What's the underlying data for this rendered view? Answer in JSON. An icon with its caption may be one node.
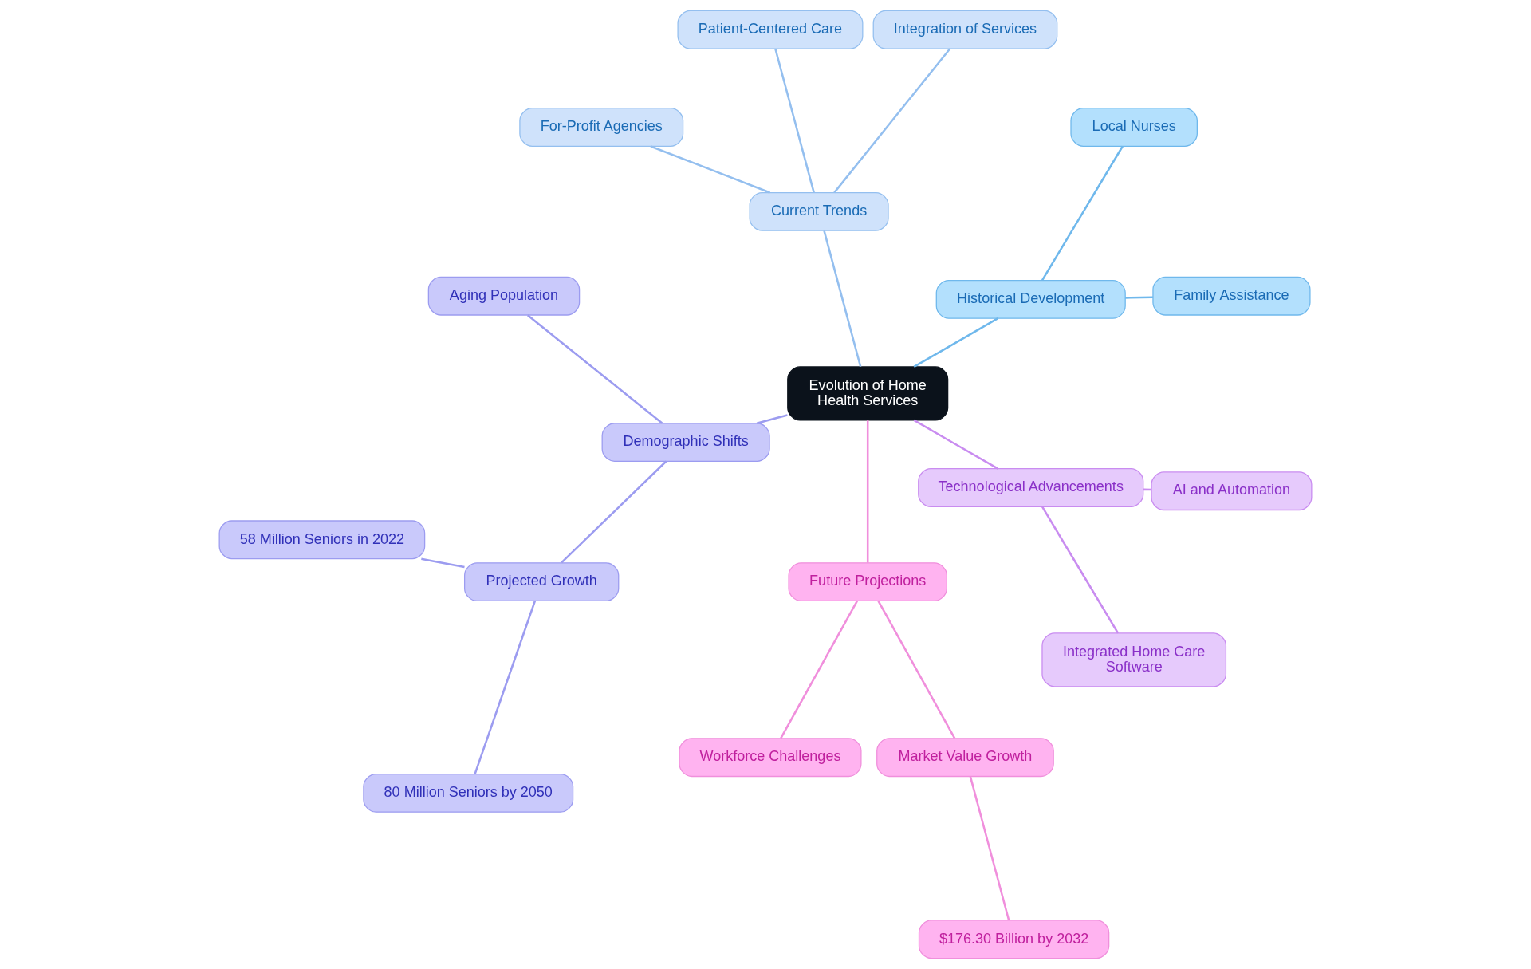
{
  "diagram": {
    "nodes": [
      {
        "text": [
          "Evolution of Home Health Services"
        ]
      },
      {
        "text": [
          "Historical Development"
        ]
      },
      {
        "text": [
          "Family Assistance"
        ]
      },
      {
        "text": [
          "Local Nurses"
        ]
      },
      {
        "text": [
          "Current Trends"
        ]
      },
      {
        "text": [
          "Integration of Services"
        ]
      },
      {
        "text": [
          "Patient-Centered Care"
        ]
      },
      {
        "text": [
          "For-Profit Agencies"
        ]
      },
      {
        "text": [
          "Demographic Shifts"
        ]
      },
      {
        "text": [
          "Aging Population"
        ]
      },
      {
        "text": [
          "Projected Growth"
        ]
      },
      {
        "text": [
          "58 Million Seniors in 2022"
        ]
      },
      {
        "text": [
          "80 Million Seniors by 2050"
        ]
      },
      {
        "text": [
          "Future Projections"
        ]
      },
      {
        "text": [
          "Workforce Challenges"
        ]
      },
      {
        "text": [
          "Market Value Growth"
        ]
      },
      {
        "text": [
          "$176.30 Billion by 2032"
        ]
      },
      {
        "text": [
          "Technological Advancements"
        ]
      },
      {
        "text": [
          "Integrated Home Care Software"
        ]
      },
      {
        "text": [
          "AI and Automation"
        ]
      }
    ],
    "edges": [
      {
        "from": 0,
        "to": 1,
        "arrow": "none",
        "color": "#6fb8ec"
      },
      {
        "from": 1,
        "to": 2,
        "arrow": "none",
        "color": "#6fb8ec"
      },
      {
        "from": 1,
        "to": 3,
        "arrow": "none",
        "color": "#6fb8ec"
      },
      {
        "from": 0,
        "to": 4,
        "arrow": "none",
        "color": "#94bfef"
      },
      {
        "from": 4,
        "to": 5,
        "arrow": "none",
        "color": "#94bfef"
      },
      {
        "from": 4,
        "to": 6,
        "arrow": "none",
        "color": "#94bfef"
      },
      {
        "from": 4,
        "to": 7,
        "arrow": "none",
        "color": "#94bfef"
      },
      {
        "from": 0,
        "to": 8,
        "arrow": "none",
        "color": "#9c9cf0"
      },
      {
        "from": 8,
        "to": 9,
        "arrow": "none",
        "color": "#9c9cf0"
      },
      {
        "from": 8,
        "to": 10,
        "arrow": "none",
        "color": "#9c9cf0"
      },
      {
        "from": 10,
        "to": 11,
        "arrow": "none",
        "color": "#9c9cf0"
      },
      {
        "from": 10,
        "to": 12,
        "arrow": "none",
        "color": "#9c9cf0"
      },
      {
        "from": 0,
        "to": 13,
        "arrow": "none",
        "color": "#f08fdc"
      },
      {
        "from": 13,
        "to": 14,
        "arrow": "none",
        "color": "#f08fdc"
      },
      {
        "from": 13,
        "to": 15,
        "arrow": "none",
        "color": "#f08fdc"
      },
      {
        "from": 15,
        "to": 16,
        "arrow": "none",
        "color": "#f08fdc"
      },
      {
        "from": 0,
        "to": 17,
        "arrow": "none",
        "color": "#c98cf0"
      },
      {
        "from": 17,
        "to": 18,
        "arrow": "none",
        "color": "#c98cf0"
      },
      {
        "from": 17,
        "to": 19,
        "arrow": "none",
        "color": "#c98cf0"
      }
    ]
  }
}
